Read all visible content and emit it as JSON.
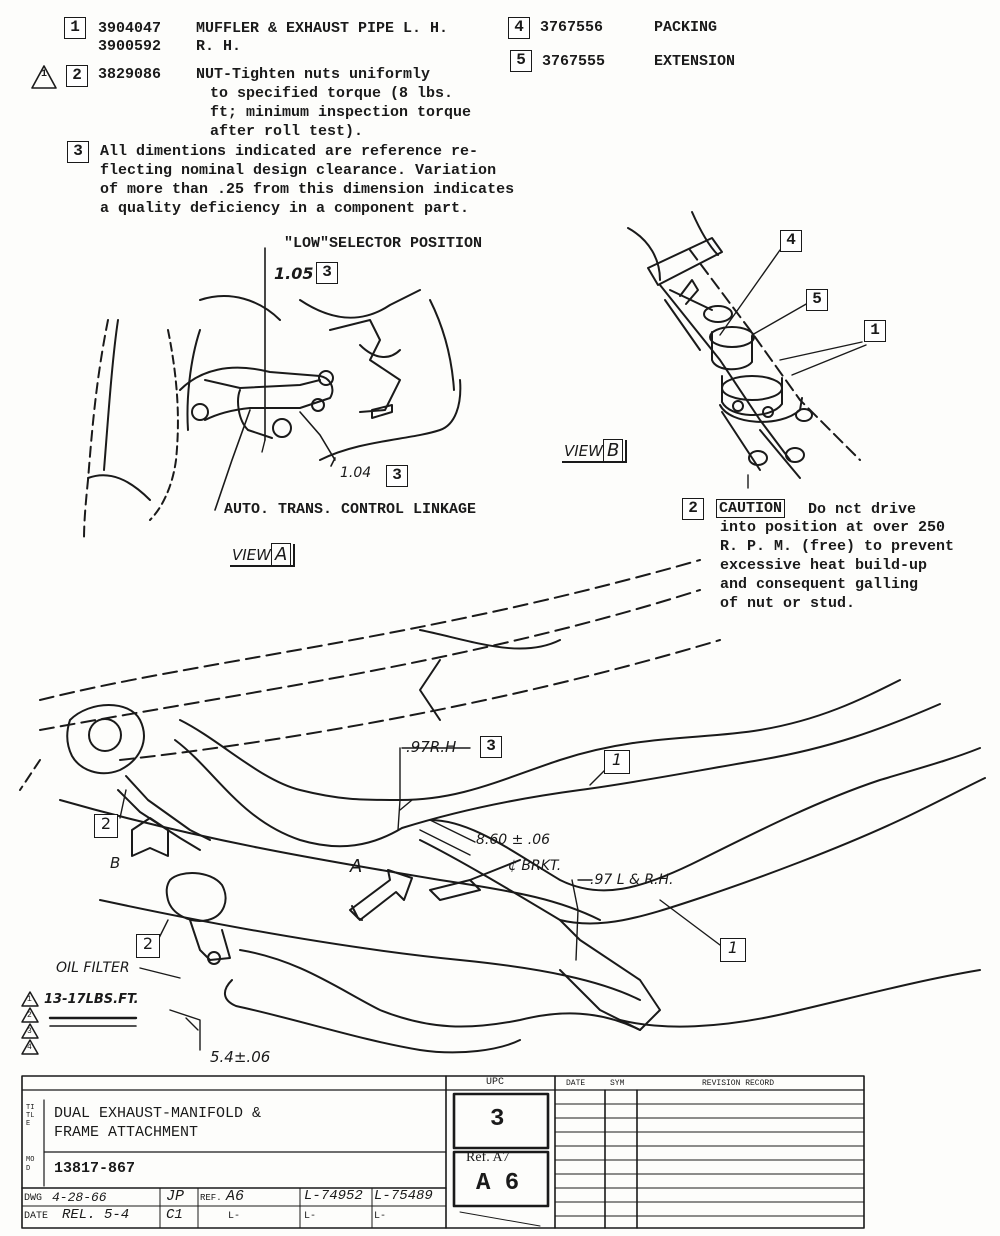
{
  "parts": [
    {
      "num": "1",
      "code": "3904047",
      "code2": "3900592",
      "desc": "MUFFLER & EXHAUST PIPE L. H.",
      "desc2": "R. H."
    },
    {
      "num": "2",
      "code": "3829086",
      "desc_lines": [
        "NUT-Tighten nuts uniformly",
        "to specified torque (8 lbs.",
        "ft;  minimum inspection torque",
        "after roll test)."
      ]
    },
    {
      "num": "4",
      "code": "3767556",
      "desc": "PACKING"
    },
    {
      "num": "5",
      "code": "3767555",
      "desc": "EXTENSION"
    }
  ],
  "note3": {
    "num": "3",
    "lines": [
      "All dimentions indicated are reference re-",
      "flecting nominal design clearance.  Variation",
      "of more than .25 from this dimension indicates",
      "a quality deficiency in a component part."
    ]
  },
  "view_a": {
    "selector_label": "\"LOW\"SELECTOR POSITION",
    "dim1": "1.05",
    "dim1_ref": "3",
    "dim2": "1.04",
    "dim2_ref": "3",
    "linkage_label": "AUTO. TRANS. CONTROL LINKAGE",
    "view_label": "VIEW",
    "view_letter": "A"
  },
  "view_b": {
    "callouts": [
      "4",
      "5",
      "1"
    ],
    "nut_callout": "2",
    "view_label": "VIEW",
    "view_letter": "B",
    "caution_num": "2",
    "caution_word": "CAUTION",
    "caution_lines": [
      "Do nct drive",
      "into position at over 250",
      "R. P. M.  (free) to prevent",
      "excessive heat build-up",
      "and consequent galling",
      "of nut or stud."
    ]
  },
  "main_view": {
    "dim_97rh": ".97R.H",
    "dim_97rh_ref": "3",
    "callout_1a": "1",
    "callout_1b": "1",
    "dim_860": "8.60 ± .06",
    "bracket": "¢ BRKT.",
    "dim_97lr": ".97 L & R.H.",
    "letter_a": "A",
    "letter_b": "B",
    "callout_2a": "2",
    "callout_2b": "2",
    "oil_filter": "OIL FILTER",
    "torque": "13-17LBS.FT.",
    "torque_tri": [
      "1",
      "2",
      "3",
      "4"
    ],
    "dim_54": "5.4±.06"
  },
  "title_block": {
    "upc_header": "UPC",
    "date_header": "DATE",
    "sym_header": "SYM",
    "revision_header": "REVISION RECORD",
    "title_tag": "TITLE",
    "title_lines": [
      "DUAL EXHAUST-MANIFOLD &",
      "FRAME ATTACHMENT"
    ],
    "mod_tag": "MOD",
    "mod_value": "13817-867",
    "upc_value": "3",
    "ref_label": "Ref. A7",
    "ref_value": "A 6",
    "dwg_label": "DWG",
    "dwg_date": "4-28-66",
    "dwg_by": "JP",
    "ref_field_label": "REF.",
    "ref_field_value": "A6",
    "l1": "L-74952",
    "l2": "L-75489",
    "date_label": "DATE",
    "date_value": "REL. 5-4",
    "date_by": "C1",
    "l3": "L-",
    "l4": "L-",
    "l5": "L-"
  }
}
